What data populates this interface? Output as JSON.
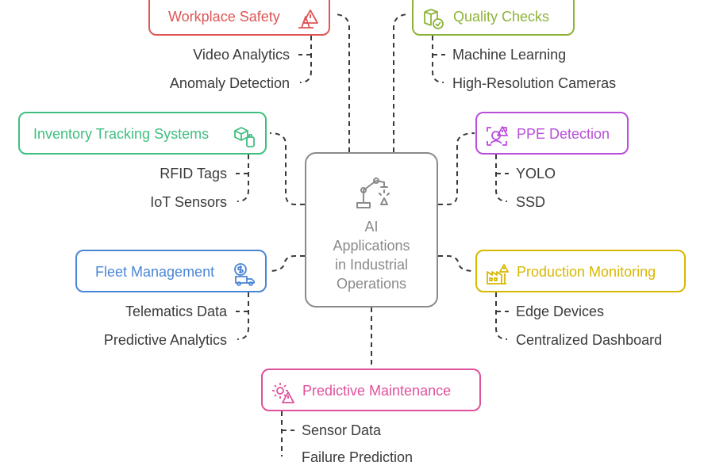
{
  "center": {
    "title": "AI\nApplications\nin Industrial\nOperations",
    "icon": "robot-arm-icon",
    "color": "#8a8a8a"
  },
  "categories": {
    "workplace_safety": {
      "label": "Workplace Safety",
      "icon": "warning-cone-icon",
      "color": "#e05555",
      "items": [
        "Video Analytics",
        "Anomaly Detection"
      ]
    },
    "quality_checks": {
      "label": "Quality Checks",
      "icon": "box-check-icon",
      "color": "#8db33a",
      "items": [
        "Machine Learning",
        "High-Resolution Cameras"
      ]
    },
    "inventory_tracking": {
      "label": "Inventory Tracking Systems",
      "icon": "package-tag-icon",
      "color": "#3fbf7f",
      "items": [
        "RFID Tags",
        "IoT Sensors"
      ]
    },
    "ppe_detection": {
      "label": "PPE Detection",
      "icon": "face-scan-icon",
      "color": "#b94fd8",
      "items": [
        "YOLO",
        "SSD"
      ]
    },
    "fleet_management": {
      "label": "Fleet Management",
      "icon": "truck-dollar-icon",
      "color": "#4a86d6",
      "items": [
        "Telematics Data",
        "Predictive Analytics"
      ]
    },
    "production_monitoring": {
      "label": "Production Monitoring",
      "icon": "factory-alert-icon",
      "color": "#d8b800",
      "items": [
        "Edge Devices",
        "Centralized Dashboard"
      ]
    },
    "predictive_maintenance": {
      "label": "Predictive Maintenance",
      "icon": "gear-warning-icon",
      "color": "#e0509c",
      "items": [
        "Sensor Data",
        "Failure Prediction"
      ]
    }
  }
}
